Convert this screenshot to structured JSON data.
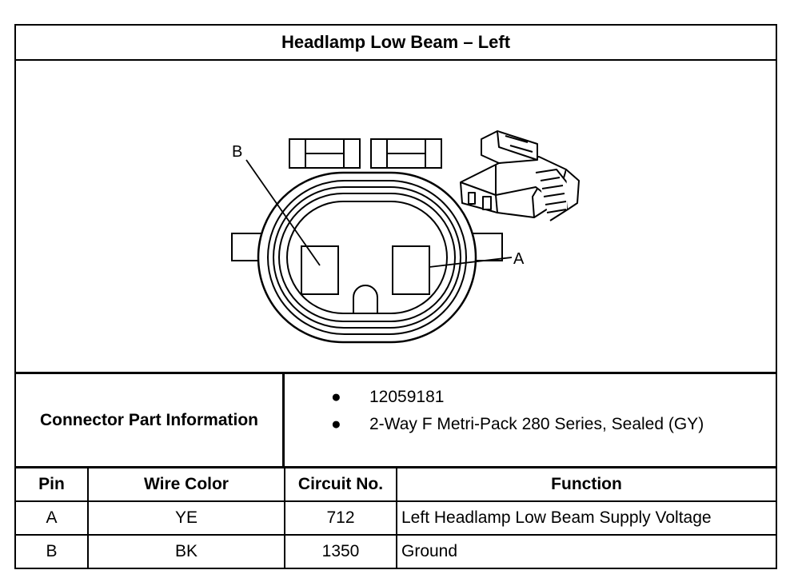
{
  "title": "Headlamp Low Beam – Left",
  "drawing": {
    "callouts": {
      "pin_b": "B",
      "pin_a": "A"
    }
  },
  "connector_info": {
    "label": "Connector Part Information",
    "bullet_glyph": "●",
    "items": [
      "12059181",
      "2-Way F Metri-Pack 280 Series, Sealed (GY)"
    ]
  },
  "pin_table": {
    "headers": {
      "pin": "Pin",
      "wire_color": "Wire Color",
      "circuit": "Circuit No.",
      "function": "Function"
    },
    "rows": [
      {
        "pin": "A",
        "wire_color": "YE",
        "circuit": "712",
        "function": "Left Headlamp Low Beam Supply Voltage"
      },
      {
        "pin": "B",
        "wire_color": "BK",
        "circuit": "1350",
        "function": "Ground"
      }
    ]
  }
}
